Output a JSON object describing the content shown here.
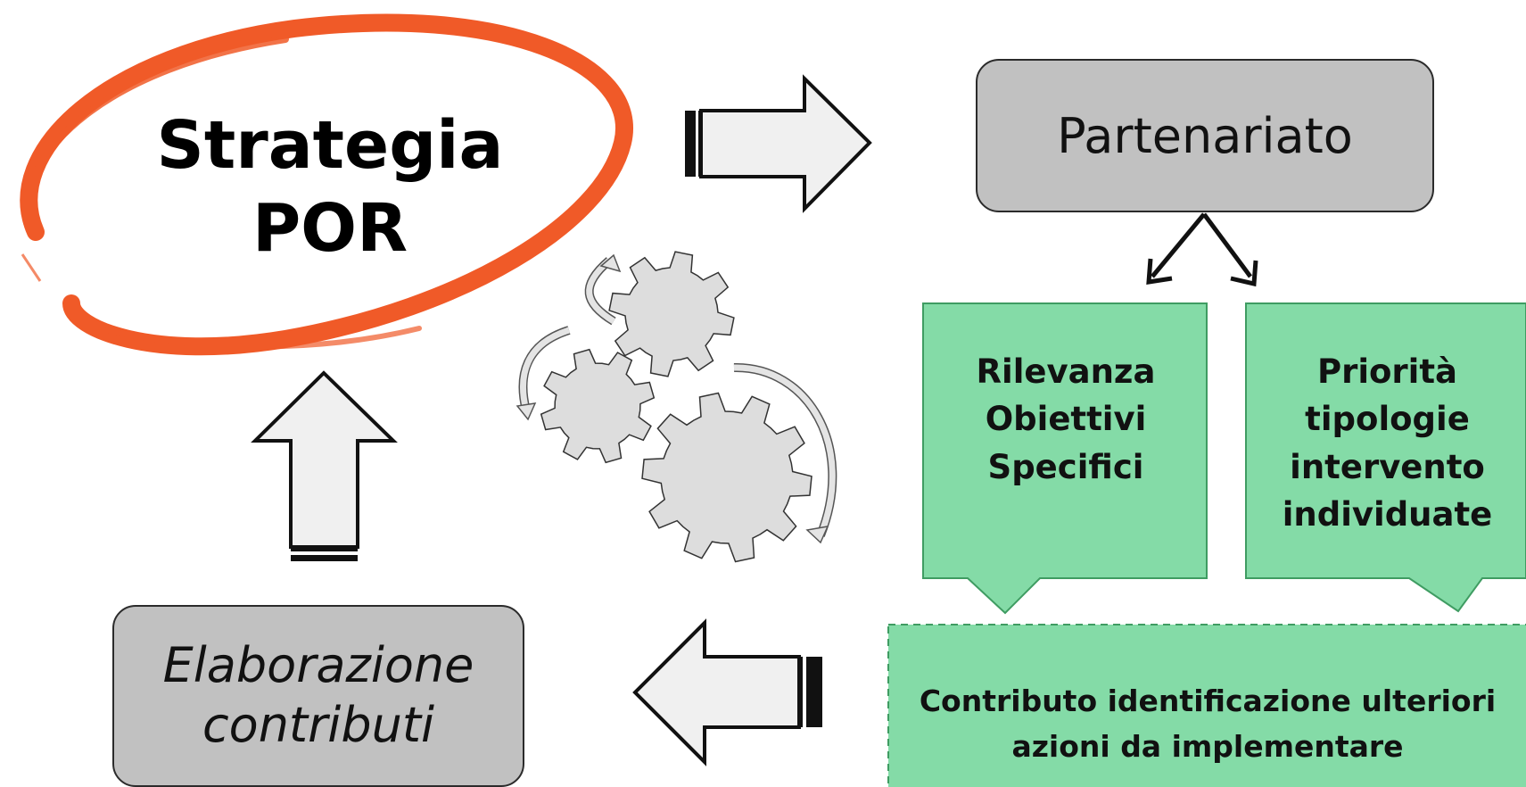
{
  "strategy": {
    "line1": "Strategia",
    "line2": "POR"
  },
  "partenariato": {
    "label": "Partenariato"
  },
  "elaborazione": {
    "line1": "Elaborazione",
    "line2": "contributi"
  },
  "rilevanza": {
    "lines": [
      "Rilevanza",
      "Obiettivi",
      "Specifici"
    ]
  },
  "priorita": {
    "lines": [
      "Priorità",
      "tipologie",
      "intervento",
      "individuate"
    ]
  },
  "contributo": {
    "line1": "Contributo identificazione ulteriori",
    "line2": "azioni da implementare"
  },
  "colors": {
    "ellipse_stroke": "#f05a28",
    "gray_box": "#c1c1c1",
    "green_box": "#84dba7",
    "green_border": "#3f9c62",
    "arrow_fill": "#f0f0f0",
    "gear_fill": "#dddddd"
  },
  "icons": [
    "gears-icon",
    "rotation-arrow-icon",
    "block-arrow-right-icon",
    "block-arrow-up-icon",
    "block-arrow-left-icon",
    "split-arrow-icon"
  ]
}
